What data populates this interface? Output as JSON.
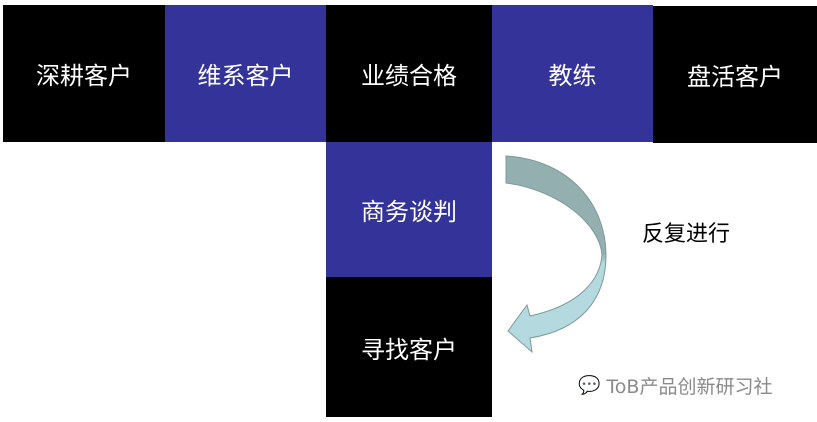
{
  "top_row": [
    {
      "label": "深耕客户",
      "color": "#000000"
    },
    {
      "label": "维系客户",
      "color": "#333399"
    },
    {
      "label": "业绩合格",
      "color": "#000000"
    },
    {
      "label": "教练",
      "color": "#333399"
    },
    {
      "label": "盘活客户",
      "color": "#000000"
    }
  ],
  "column": [
    {
      "label": "商务谈判",
      "color": "#333399"
    },
    {
      "label": "寻找客户",
      "color": "#000000"
    }
  ],
  "cycle_label": "反复进行",
  "watermark": {
    "icon": "wechat-icon",
    "text": "ToB产品创新研习社"
  },
  "arrow_colors": {
    "top": "#93AFAF",
    "bottom": "#B4DADF"
  }
}
